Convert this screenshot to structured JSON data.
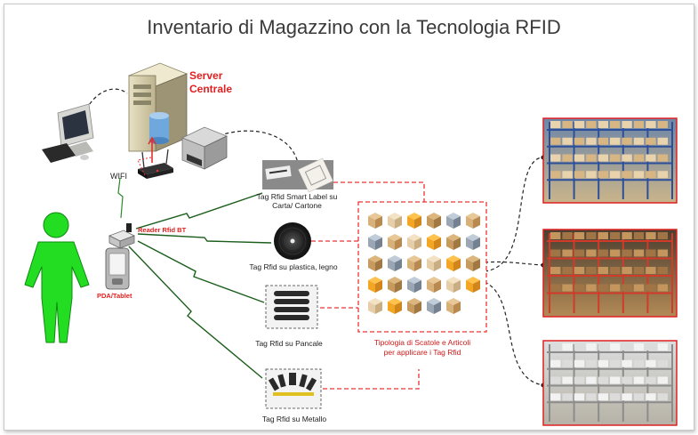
{
  "title": "Inventario di Magazzino con la Tecnologia RFID",
  "server": {
    "line1": "Server",
    "line2": "Centrale"
  },
  "wifi_label": "WIFI",
  "reader_label": "Reader Rfid BT",
  "pda_label": "PDA/Tablet",
  "tags": {
    "smart_label": {
      "line1": "Tag Rfid Smart Label su",
      "line2": "Carta/ Cartone"
    },
    "plastic": {
      "line1": "Tag Rfid su plastica, legno"
    },
    "pallet": {
      "line1": "Tag Rfid su Pancale"
    },
    "metal": {
      "line1": "Tag Rfid su Metallo"
    }
  },
  "boxes": {
    "line1": "Tipologia di Scatole e Articoli",
    "line2": "per applicare i Tag Rfid"
  },
  "colors": {
    "accent_red": "#e02020",
    "person_green": "#22dd22",
    "dash_red": "#ee3333"
  },
  "icons": [
    "desktop-computer-icon",
    "server-tower-icon",
    "database-icon",
    "printer-icon",
    "wifi-router-icon",
    "rfid-reader-icon",
    "pda-icon",
    "person-icon",
    "warehouse-photo",
    "product-box-icon"
  ]
}
